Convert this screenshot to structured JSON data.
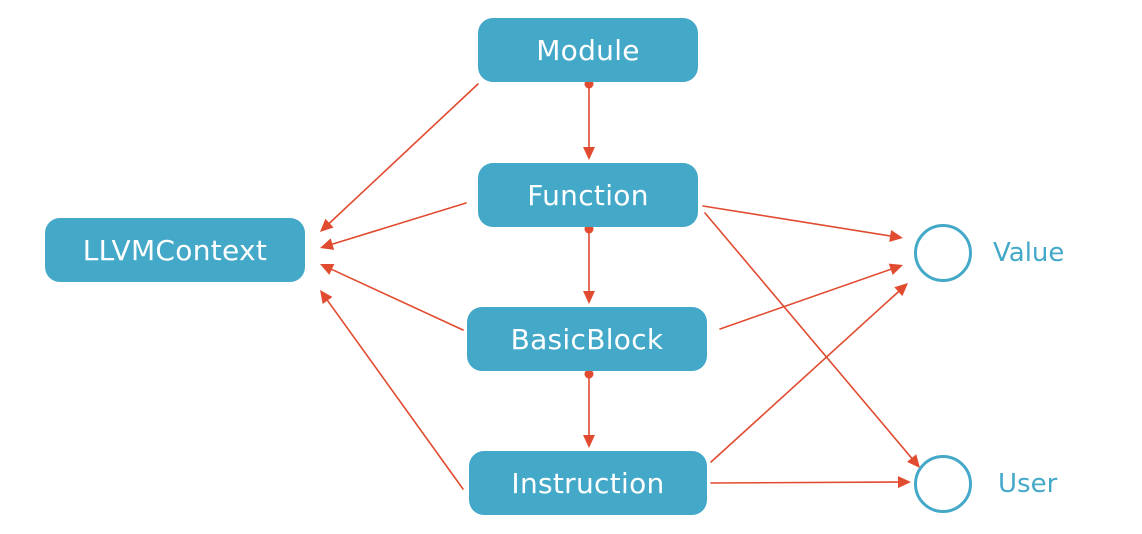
{
  "colors": {
    "node_fill": "#44a9c9",
    "node_text": "#ffffff",
    "edge": "#e14b2f",
    "circle_stroke": "#44a9c9",
    "label_text": "#44a9c9"
  },
  "nodes": {
    "module": {
      "label": "Module",
      "shape": "rounded-rect"
    },
    "function": {
      "label": "Function",
      "shape": "rounded-rect"
    },
    "basicblock": {
      "label": "BasicBlock",
      "shape": "rounded-rect"
    },
    "instruction": {
      "label": "Instruction",
      "shape": "rounded-rect"
    },
    "llvmcontext": {
      "label": "LLVMContext",
      "shape": "rounded-rect"
    },
    "value": {
      "label": "Value",
      "shape": "circle"
    },
    "user": {
      "label": "User",
      "shape": "circle"
    }
  },
  "edges": [
    {
      "from": "module",
      "to": "function",
      "style": "dot-tail-arrow"
    },
    {
      "from": "function",
      "to": "basicblock",
      "style": "dot-tail-arrow"
    },
    {
      "from": "basicblock",
      "to": "instruction",
      "style": "dot-tail-arrow"
    },
    {
      "from": "module",
      "to": "llvmcontext",
      "style": "arrow"
    },
    {
      "from": "function",
      "to": "llvmcontext",
      "style": "arrow"
    },
    {
      "from": "basicblock",
      "to": "llvmcontext",
      "style": "arrow"
    },
    {
      "from": "instruction",
      "to": "llvmcontext",
      "style": "arrow"
    },
    {
      "from": "function",
      "to": "value",
      "style": "arrow"
    },
    {
      "from": "basicblock",
      "to": "value",
      "style": "arrow"
    },
    {
      "from": "instruction",
      "to": "value",
      "style": "arrow"
    },
    {
      "from": "function",
      "to": "user",
      "style": "arrow"
    },
    {
      "from": "instruction",
      "to": "user",
      "style": "arrow"
    }
  ]
}
